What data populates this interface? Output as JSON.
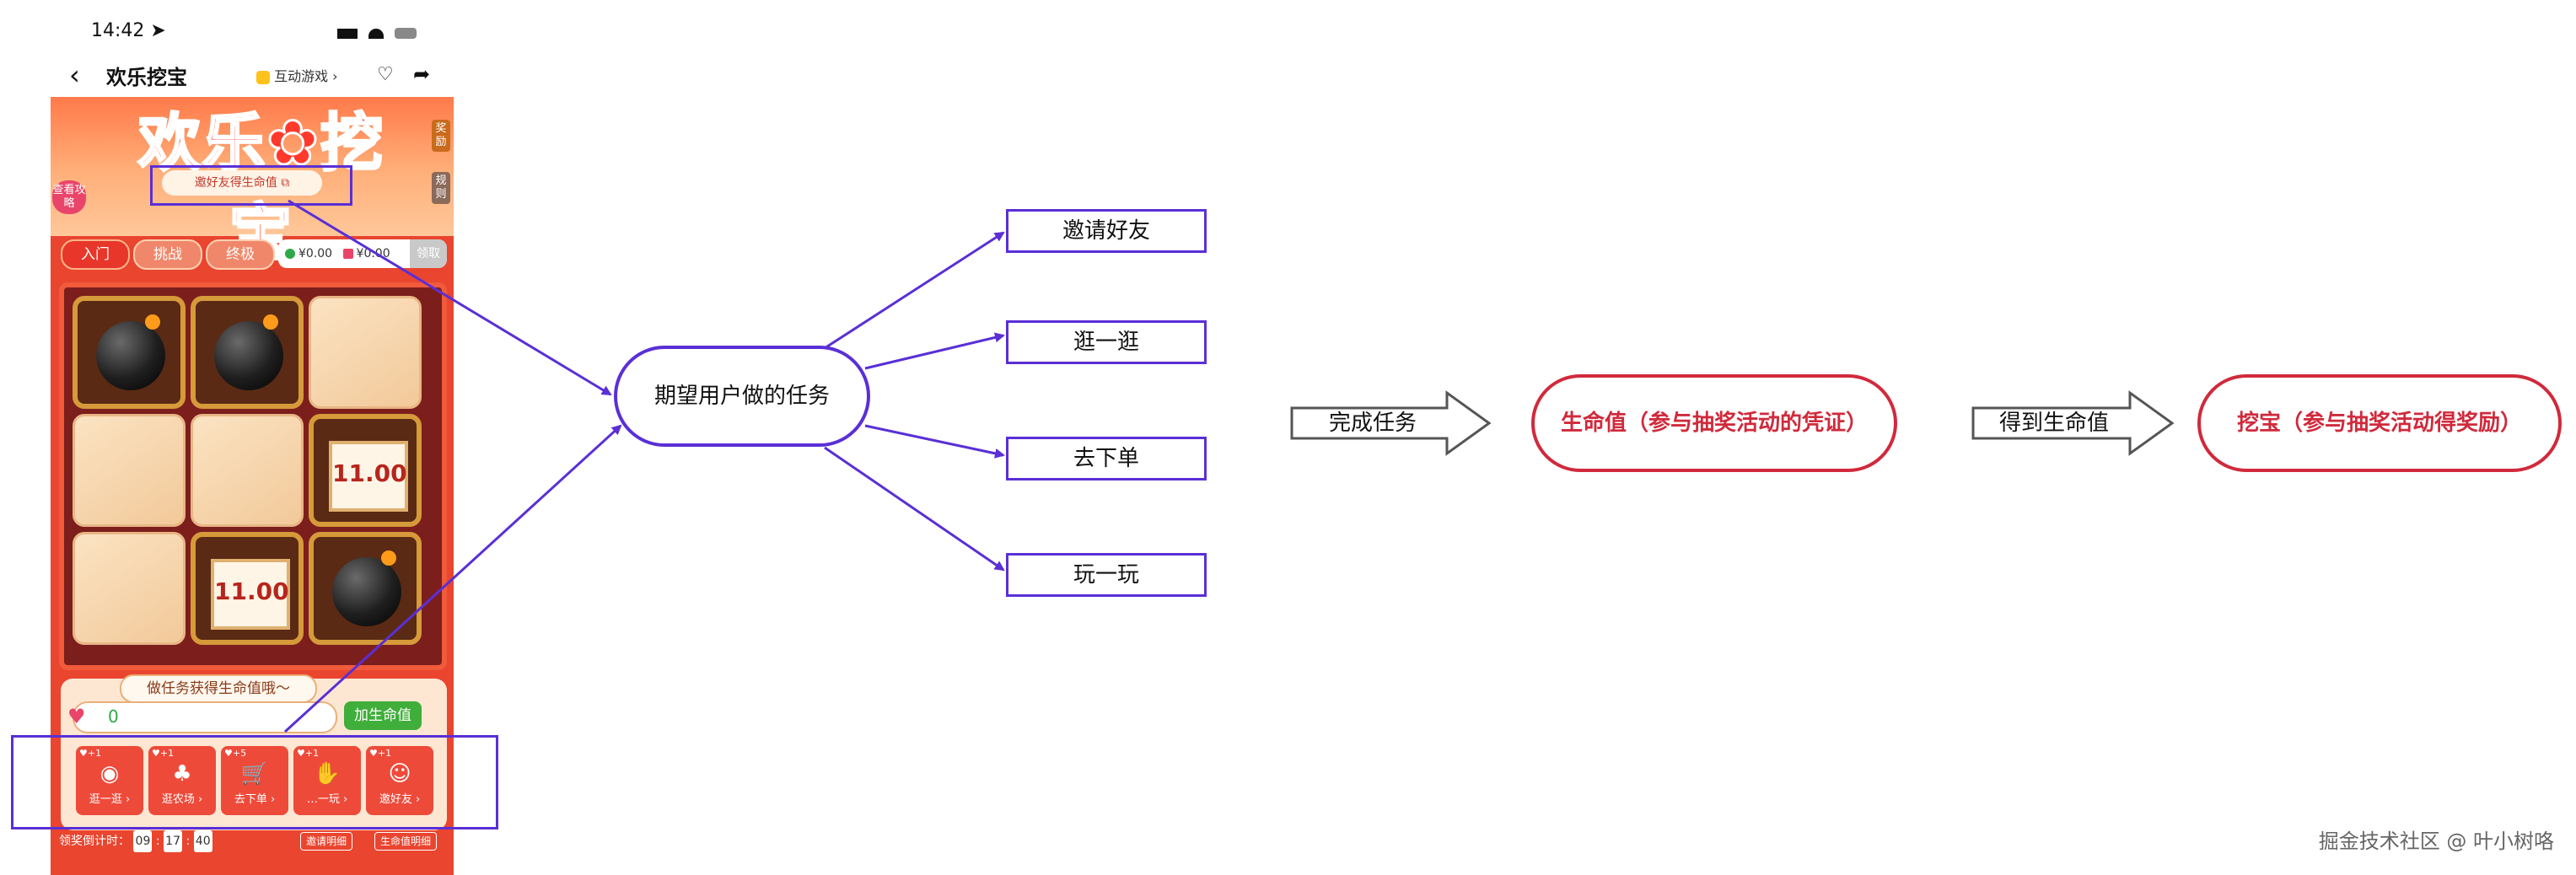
{
  "phone": {
    "status": {
      "time": "14:42 ➤"
    },
    "nav": {
      "back": "‹",
      "title": "欢乐挖宝",
      "interactive": "互动游戏 ›"
    },
    "banner": {
      "title": "欢乐✿挖宝",
      "invite": "邀好友得生命值 ⧉",
      "guide": "查看攻略",
      "reward": "奖励",
      "rules": "规则"
    },
    "tabs": [
      "入门",
      "挑战",
      "终极"
    ],
    "prize": {
      "a": "¥0.00",
      "b": "¥0.00",
      "claim": "领取"
    },
    "grid": [
      [
        "bomb",
        "bomb",
        "plain"
      ],
      [
        "plain",
        "plain",
        "11.00"
      ],
      [
        "plain",
        "11.00",
        "bomb"
      ]
    ],
    "task_bubble": "做任务获得生命值哦～",
    "life": "0",
    "add_life": "加生命值",
    "tasks": [
      {
        "badge": "♥+1",
        "label": "逛一逛 ›"
      },
      {
        "badge": "♥+1",
        "label": "逛农场 ›"
      },
      {
        "badge": "♥+5",
        "label": "去下单 ›"
      },
      {
        "badge": "♥+1",
        "label": "…一玩 ›"
      },
      {
        "badge": "♥+1",
        "label": "邀好友 ›"
      }
    ],
    "countdown": {
      "label": "领奖倒计时：",
      "h": "09",
      "m": "17",
      "s": "40",
      "detail1": "邀请明细",
      "detail2": "生命值明细"
    }
  },
  "diagram": {
    "hub": "期望用户做的任务",
    "tasks": [
      "邀请好友",
      "逛一逛",
      "去下单",
      "玩一玩"
    ],
    "arrow1": "完成任务",
    "node1": "生命值（参与抽奖活动的凭证）",
    "arrow2": "得到生命值",
    "node2": "挖宝（参与抽奖活动得奖励）",
    "colors": {
      "purple": "#5a2fd6",
      "red": "#d02a3c"
    }
  },
  "credit": "掘金技术社区 @ 叶小树咯"
}
